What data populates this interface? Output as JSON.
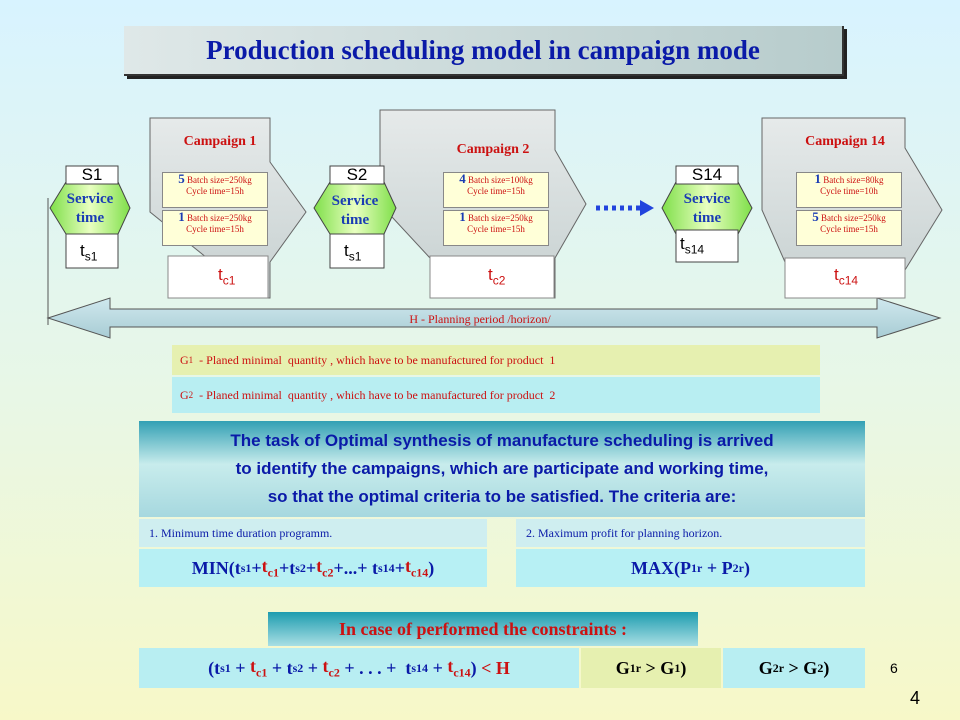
{
  "title": "Production scheduling model in campaign mode",
  "stages": [
    {
      "label": "S1",
      "service": [
        "Service",
        "time"
      ],
      "t_main": "t",
      "t_sub": "s1"
    },
    {
      "label": "S2",
      "service": [
        "Service",
        "time"
      ],
      "t_main": "t",
      "t_sub": "s1"
    },
    {
      "label": "S14",
      "service": [
        "Service",
        "time"
      ],
      "t_main": "t",
      "t_sub": "s14"
    }
  ],
  "campaigns": [
    {
      "title": "Campaign 1",
      "t_main": "t",
      "t_sub": "c1",
      "batches": [
        {
          "num": "5",
          "size": "Batch size=250kg",
          "cycle": "Cycle time=15h"
        },
        {
          "num": "1",
          "size": "Batch size=250kg",
          "cycle": "Cycle time=15h"
        }
      ]
    },
    {
      "title": "Campaign 2",
      "t_main": "t",
      "t_sub": "c2",
      "batches": [
        {
          "num": "4",
          "size": "Batch size=100kg",
          "cycle": "Cycle time=15h"
        },
        {
          "num": "1",
          "size": "Batch size=250kg",
          "cycle": "Cycle time=15h"
        }
      ]
    },
    {
      "title": "Campaign 14",
      "t_main": "t",
      "t_sub": "c14",
      "batches": [
        {
          "num": "1",
          "size": "Batch size=80kg",
          "cycle": "Cycle time=10h"
        },
        {
          "num": "5",
          "size": "Batch size=250kg",
          "cycle": "Cycle time=15h"
        }
      ]
    }
  ],
  "horizon_label": "H  - Planning period /horizon/",
  "g_bands": [
    {
      "sym": "G",
      "sub": "1",
      "text": "  - Planed minimal  quantity , which have to be manufactured for product  1",
      "color": "#e6f0b0"
    },
    {
      "sym": "G",
      "sub": "2",
      "text": "  - Planed minimal  quantity , which have to be manufactured for product  2",
      "color": "#b8eef2"
    }
  ],
  "task_lines": [
    "The task of Optimal synthesis of manufacture scheduling is arrived",
    "to identify the campaigns, which are participate and working time,",
    "so that the optimal criteria to be satisfied. The criteria are:"
  ],
  "criteria": [
    {
      "heading": "1.  Minimum  time  duration programm."
    },
    {
      "heading": "2.  Maximum  profit for planning horizon."
    }
  ],
  "formula_min": {
    "open": "MIN(",
    "close": ")"
  },
  "formula_max": {
    "open": "MAX(",
    "p1": "P",
    "p1sub": "1r",
    "plus": " + ",
    "p2": "P",
    "p2sub": "2r",
    "close": ")"
  },
  "constraints_heading": "In case of performed the constraints :",
  "constraint_g1": {
    "a": "G",
    "asub": "1r",
    "op": " > ",
    "b": "G",
    "bsub": "1",
    "close": ")"
  },
  "constraint_g2": {
    "a": "G",
    "asub": "2r",
    "op": " > ",
    "b": "G",
    "bsub": "2",
    "close": ")"
  },
  "page_small": "6",
  "page_big": "4",
  "colors": {
    "title_text": "#0a1aa8",
    "red": "#cc1111",
    "blue": "#1a3cb4",
    "g1": "#e6f0b0",
    "g2": "#b8eef2",
    "dots": "#2244dd"
  }
}
